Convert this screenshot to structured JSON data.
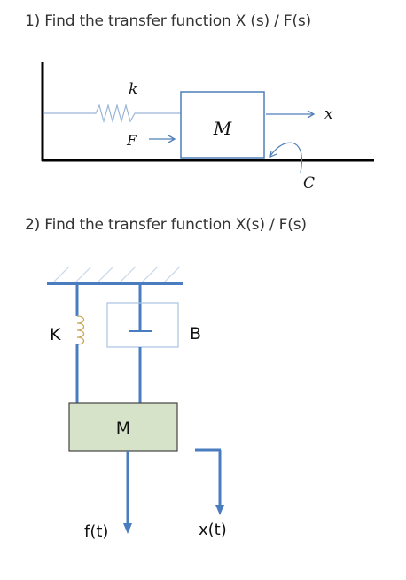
{
  "questions": {
    "q1": "1) Find the transfer function X (s) / F(s)",
    "q2": "2) Find the transfer function X(s) / F(s)"
  },
  "figure1": {
    "spring_label": "k",
    "force_label": "F",
    "mass_label": "M",
    "displacement_label": "x",
    "damping_label": "C"
  },
  "figure2": {
    "spring_label": "K",
    "damper_label": "B",
    "mass_label": "M",
    "force_label": "f(t)",
    "displacement_label": "x(t)"
  },
  "colors": {
    "figure1_lines": "#4f7fb8",
    "figure2_lines": "#4a7cc0",
    "mass2_fill": "#d6e3c8",
    "ground": "#000000"
  }
}
